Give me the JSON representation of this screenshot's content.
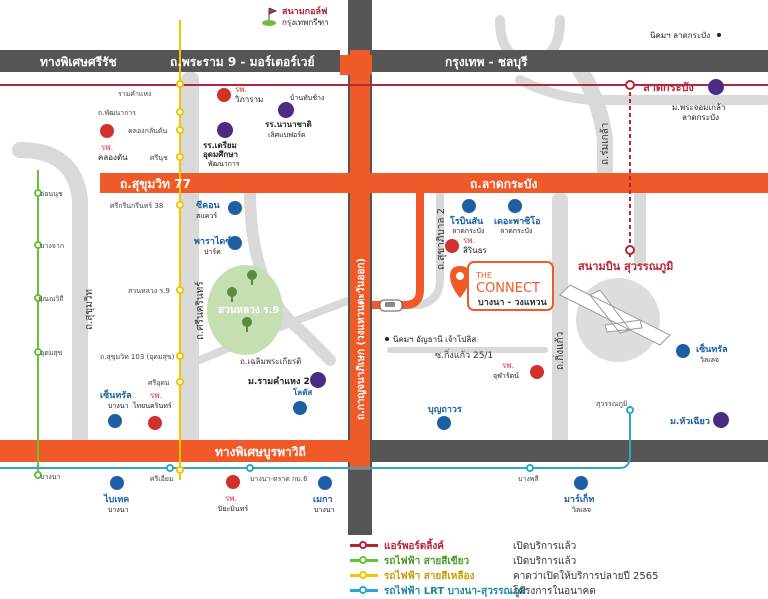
{
  "colors": {
    "road_major": "#555555",
    "road_orange": "#f05a28",
    "road_light": "#d9d9d9",
    "airport_link": "#b5263a",
    "green_line": "#6cbf3b",
    "yellow_line": "#f4c400",
    "lrt_line": "#2aa9c9",
    "icon_mall": "#1e5fa3",
    "icon_school": "#4b2c83",
    "icon_hospital": "#d0312d",
    "park": "#c5dfb2",
    "project_orange": "#f05a28"
  },
  "roads": {
    "top_left": "ทางพิเศษศรีรัช",
    "top_middle": "ถ.พระราม 9 - มอร์เตอร์เวย์",
    "top_right": "กรุงเทพ - ชลบุรี",
    "sukhumvit": "ถ.สุขุมวิท 77",
    "ladkrabang": "ถ.ลาดกระบัง",
    "bottom_expressway": "ทางพิเศษบูรพาวิถี",
    "kanchanaphisek": "ถ.กาญจนาภิเษก (วงแหวนตะวันออก)",
    "sukhumvit_left": "ถ.สุขุมวิท",
    "srinakarin": "ถ.ศรีนครินทร์",
    "romklao": "ถ.ร่มเกล้า",
    "kingkaew": "ถ.กิ่งแก้ว",
    "sukapiban2": "ถ.สุขาภิบาล 2",
    "chaloem": "ถ.เฉลิมพระเกียรติ",
    "kingkaew25": "ซ.กิ่งแก้ว 25/1"
  },
  "places": {
    "golf": "สนามกอล์ฟ",
    "golf_sub": "กรุงเทพกรีฑา",
    "nikom_top": "นิคมฯ ลาดกระบัง",
    "ladkrabang_station": "ลาดกระบัง",
    "kmitl": "ม.พระจอมเกล้า",
    "kmitl_sub": "ลาดกระบัง",
    "vibharam": "รพ.",
    "vibharam_sub": "วิภาราม",
    "bantubchang": "บ้านทับช้าง",
    "nanachart": "รร.นานาชาติ",
    "nanachart_sub": "เลิศแบฟอร์ด",
    "triam": "รร.เตรียม",
    "triam_sub": "อุดมศึกษา",
    "triam_sub2": "พัฒนาการ",
    "klongton": "รพ.",
    "klongton_sub": "คลองตัน",
    "seacon": "ซีคอน",
    "seacon_sub": "สแควร์",
    "paradise": "พาราไดซ์",
    "paradise_sub": "ปาร์ค",
    "robinson": "โรบินสัน",
    "robinson_sub": "ลาดกระบัง",
    "paseo": "เดอะพาซิโอ",
    "paseo_sub": "ลาดกระบัง",
    "sirinthorn": "รพ.",
    "sirinthorn_sub": "สิรินธร",
    "suanluang": "สวนหลวง ร.9",
    "airport": "สนามบิน สุวรรณภูมิ",
    "centralwillage": "เซ็นทรัล",
    "centralwillage_sub": "วิลเลจ",
    "ramkhamhaeng2": "ม.รามคำแหง 2",
    "lotus": "โลตัส",
    "nikom_bottom": "นิคมฯ อัญธานี เจ้าโปลิส",
    "chularat": "รพ.",
    "chularat_sub": "จุฬารัตน์",
    "boonthavorn": "บุญถาวร",
    "central_bangna": "เซ็นทรัล",
    "central_bangna_sub": "บางนา",
    "piyamin_top": "รพ.",
    "piyamin_top_sub": "ไทยนครินทร์",
    "hua_chiew": "ม.หัวเฉียว",
    "bitec": "ไบเทค",
    "bitec_sub": "บางนา",
    "piyamin": "รพ.",
    "piyamin_sub": "ปิยะมินทร์",
    "mega": "เมกา",
    "mega_sub": "บางนา",
    "mega_station": "บางนา-ตราด กม.6",
    "market": "มาร์เก็ท",
    "market_sub": "วิลเลจ",
    "suvarnabhumi_station": "สุวรรณภูมิ"
  },
  "stations": {
    "green": [
      "อ่อนนุช",
      "บางจาก",
      "ปุณณวิถี",
      "อุดมสุข",
      "บางนา"
    ],
    "yellow": [
      "รามคำแหง",
      "ถ.พัฒนาการ",
      "คลองกลันตัน",
      "ศรีนุช",
      "ศรีกรีนกรีนทร์ 38",
      "สวนหลวง ร.9",
      "ถ.สุขุมวิท 103 (อุดมสุข)",
      "ศรีอุดม",
      "ศรีเอี่ยม"
    ],
    "lrt": [
      "บางพลี"
    ]
  },
  "project": {
    "brand": "THE",
    "name": "CONNECT",
    "sub": "บางนา - วงแหวน"
  },
  "legend": [
    {
      "name": "แอร์พอร์ตลิ้งค์",
      "status": "เปิดบริการแล้ว",
      "color": "#b5263a"
    },
    {
      "name": "รถไฟฟ้า สายสีเขียว",
      "status": "เปิดบริการแล้ว",
      "color": "#6cbf3b"
    },
    {
      "name": "รถไฟฟ้า สายสีเหลือง",
      "status": "คาดว่าเปิดให้บริการปลายปี 2565",
      "color": "#f4c400"
    },
    {
      "name": "รถไฟฟ้า LRT บางนา-สุวรรณภูมิ",
      "status": "โครงการในอนาคต",
      "color": "#2aa9c9"
    }
  ]
}
